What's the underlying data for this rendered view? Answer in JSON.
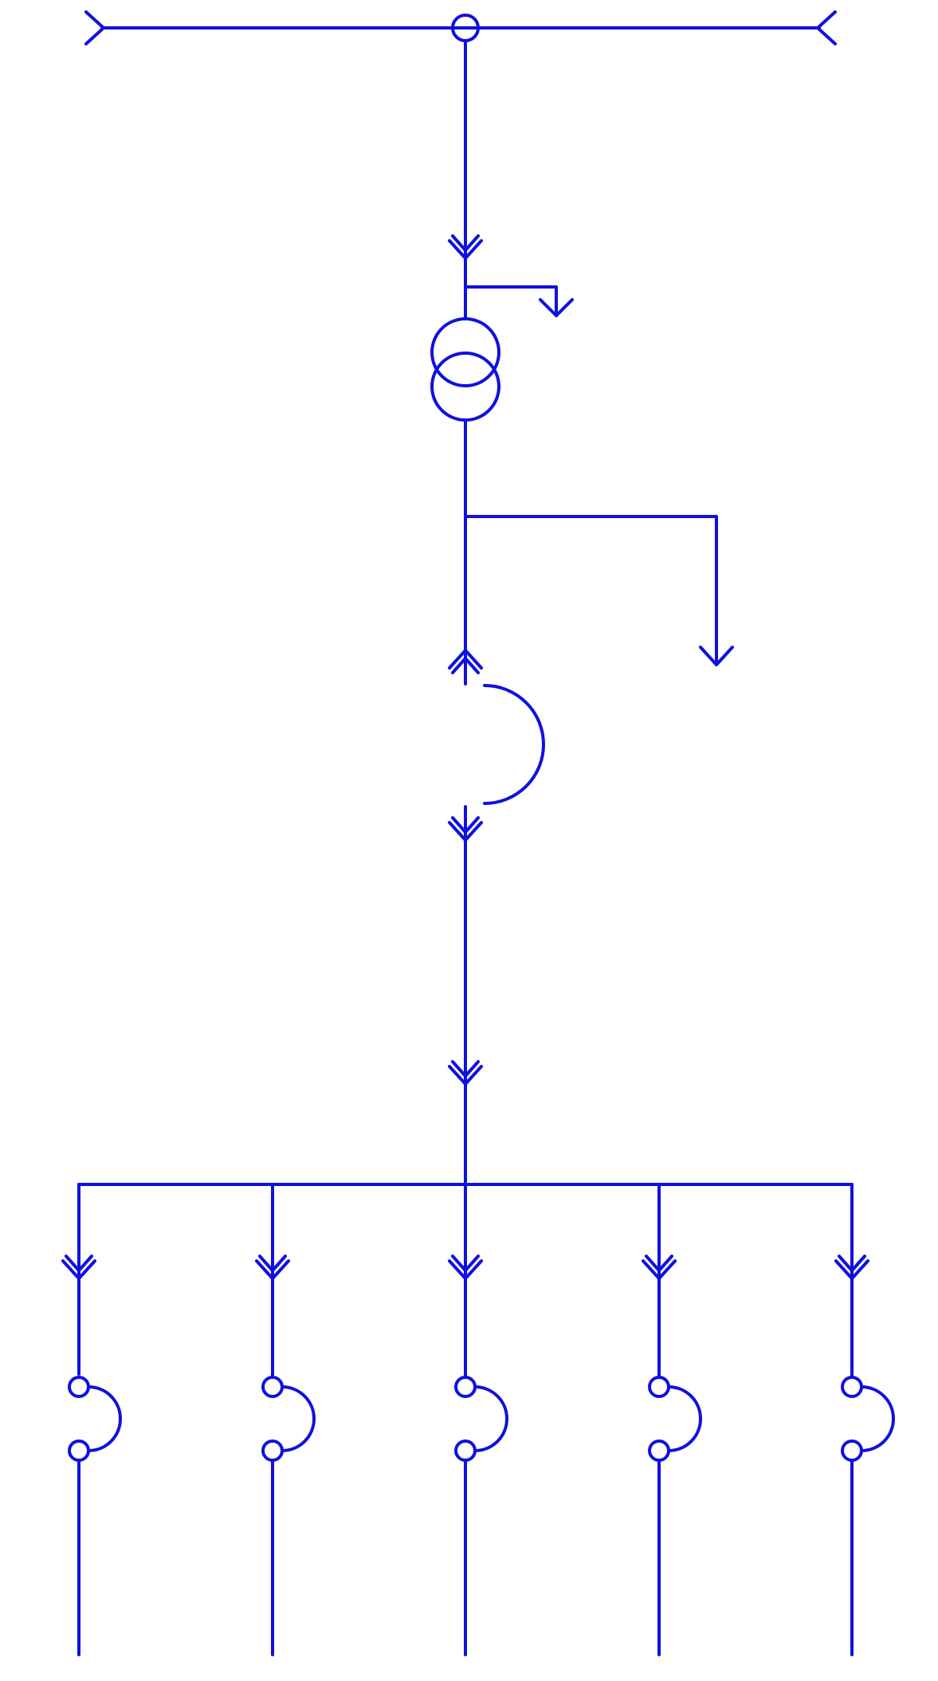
{
  "diagram": {
    "stroke_color": "#1010e0",
    "background_color": "#ffffff",
    "symbols": {
      "busbar_incomers": 2,
      "supply_tap_circle": 1,
      "two_winding_transformer": 1,
      "main_breaker": 1,
      "outgoing_feeders": 5
    }
  }
}
